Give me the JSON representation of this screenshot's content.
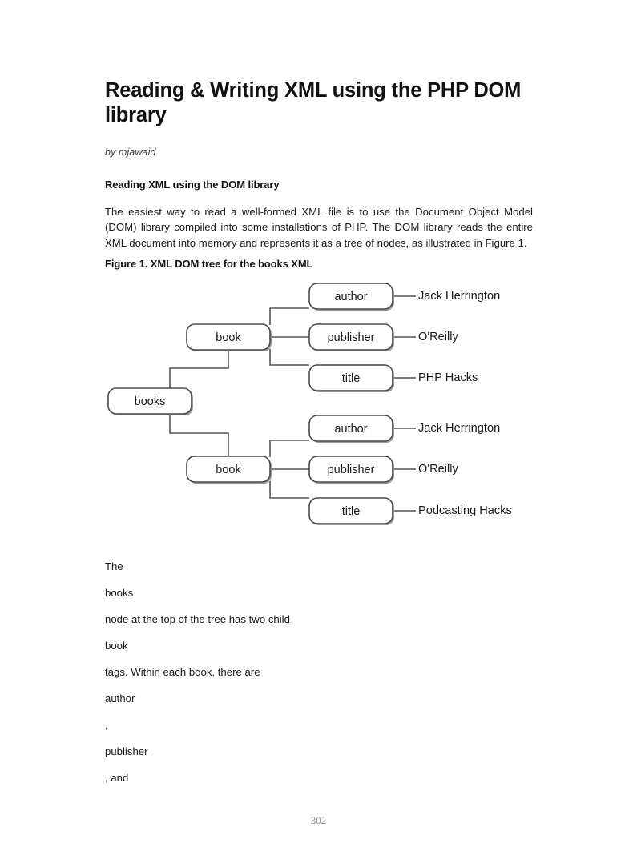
{
  "document": {
    "title": "Reading & Writing XML using the PHP DOM library",
    "byline": "by mjawaid",
    "section_heading": "Reading XML using the DOM library",
    "intro_paragraph": "The easiest way to read a well-formed XML file is to use the Document Object Model (DOM) library compiled into some installations of PHP. The DOM library reads the entire XML document into memory and represents it as a tree of nodes, as illustrated in Figure 1.",
    "figure_caption": "Figure 1. XML DOM tree for the books XML",
    "page_number": "302"
  },
  "figure": {
    "root": "books",
    "branches": [
      {
        "node": "book",
        "children": [
          {
            "tag": "author",
            "value": "Jack Herrington"
          },
          {
            "tag": "publisher",
            "value": "O'Reilly"
          },
          {
            "tag": "title",
            "value": "PHP Hacks"
          }
        ]
      },
      {
        "node": "book",
        "children": [
          {
            "tag": "author",
            "value": "Jack Herrington"
          },
          {
            "tag": "publisher",
            "value": "O'Reilly"
          },
          {
            "tag": "title",
            "value": "Podcasting Hacks"
          }
        ]
      }
    ]
  },
  "trailing_fragments": [
    "The",
    "books",
    "node at the top of the tree has two child",
    "book",
    "tags. Within each book, there are",
    "author",
    ",",
    "publisher",
    ", and"
  ]
}
